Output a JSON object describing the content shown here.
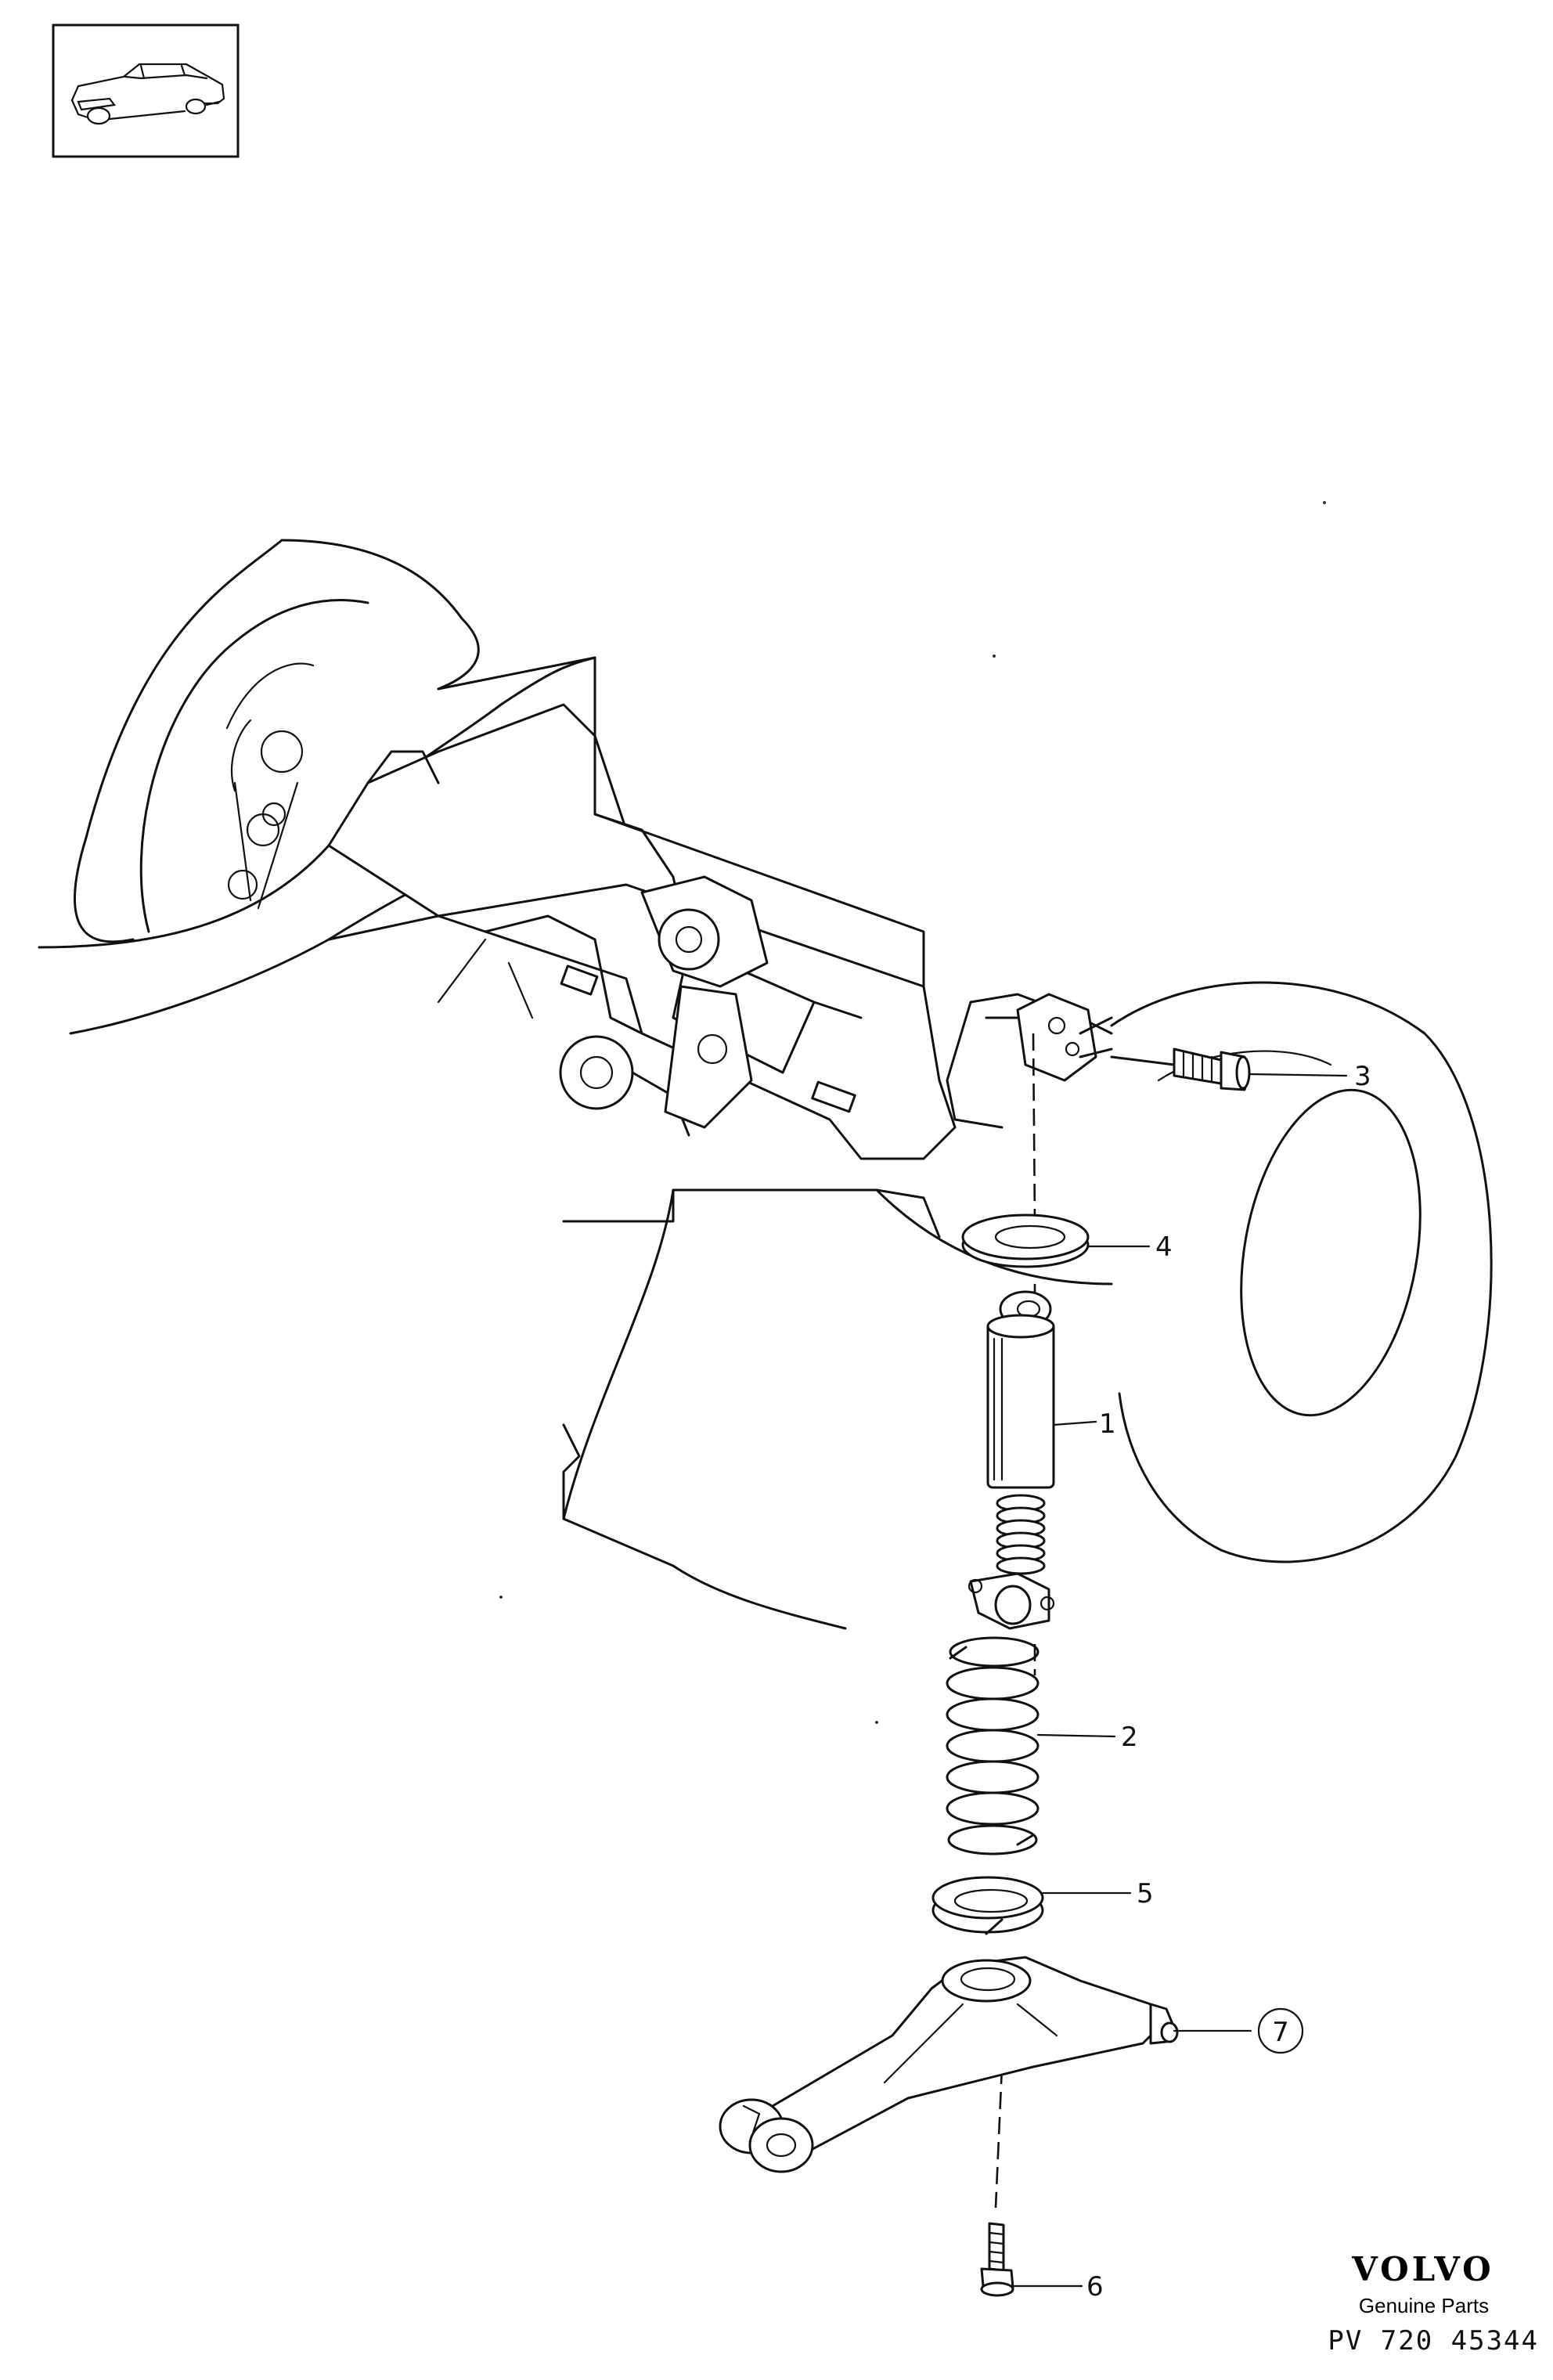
{
  "callouts": [
    {
      "id": "1",
      "circled": false
    },
    {
      "id": "2",
      "circled": false
    },
    {
      "id": "3",
      "circled": false
    },
    {
      "id": "4",
      "circled": false
    },
    {
      "id": "5",
      "circled": false
    },
    {
      "id": "6",
      "circled": false
    },
    {
      "id": "7",
      "circled": true
    }
  ],
  "brand": {
    "name": "VOLVO",
    "subtitle": "Genuine Parts",
    "part_number": "PV 720 45344"
  }
}
